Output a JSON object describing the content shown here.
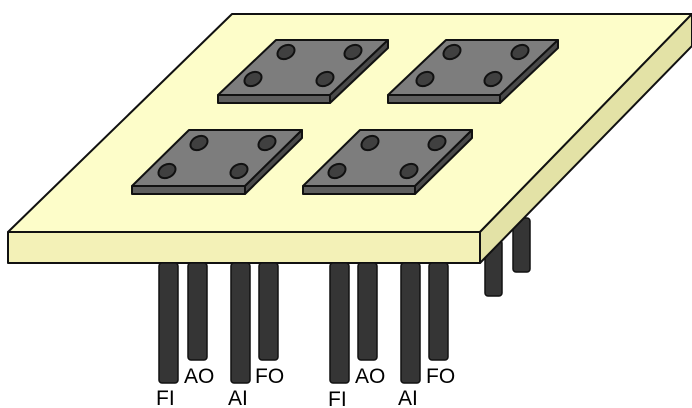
{
  "colors": {
    "board_top": "#fdfdc9",
    "board_front": "#f3f1b7",
    "board_side": "#e3e2a6",
    "pad_top": "#7d7d7d",
    "pad_front": "#5e5e5e",
    "pad_side": "#4a4a4a",
    "hole": "#404040",
    "pin": "#353535",
    "outline": "#111111"
  },
  "labels": {
    "fi_left": "FI",
    "ao_left": "AO",
    "ai_left": "AI",
    "fo_left": "FO",
    "fi_right": "FI",
    "ao_right": "AO",
    "ai_right": "AI",
    "fo_right": "FO"
  }
}
